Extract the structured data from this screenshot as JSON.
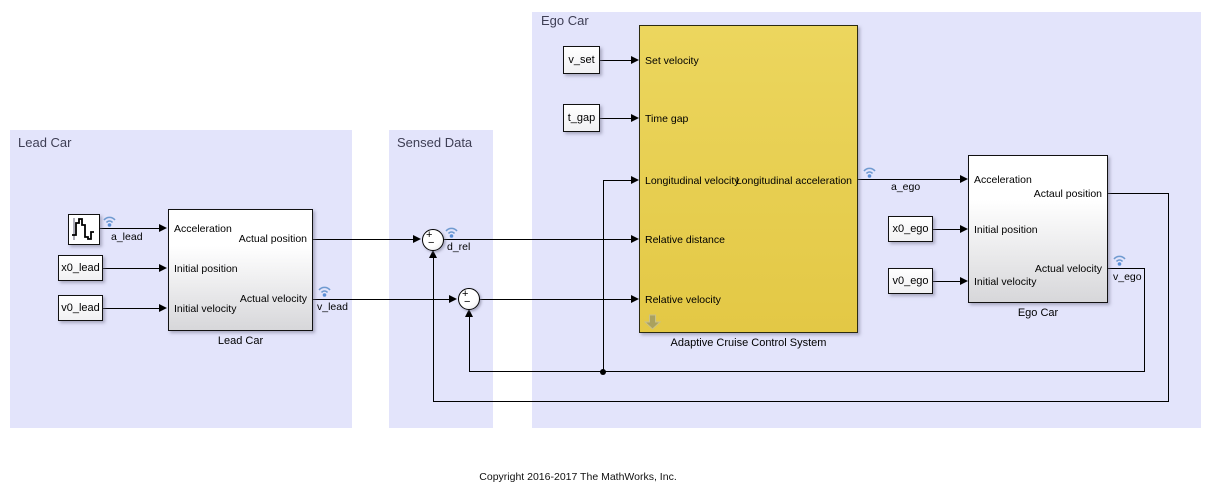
{
  "colors": {
    "area_fill": "#e3e4fb",
    "acc_yellow": "#e8cf52",
    "badge_blue": "#6f9ad0",
    "wire": "#000000",
    "area_label": "#3e3e54"
  },
  "icons": {
    "signal_source": "staircase-wave-icon",
    "log_badge": "wifi-log-icon",
    "variant_badge": "down-arrow-icon"
  },
  "areas": {
    "lead_car": {
      "label": "Lead Car"
    },
    "sensed_data": {
      "label": "Sensed Data"
    },
    "ego_car": {
      "label": "Ego Car"
    }
  },
  "blocks": {
    "x0_lead": {
      "label": "x0_lead"
    },
    "v0_lead": {
      "label": "v0_lead"
    },
    "lead_car": {
      "name": "Lead Car",
      "inputs": [
        "Acceleration",
        "Initial position",
        "Initial velocity"
      ],
      "outputs": [
        "Actual position",
        "Actual velocity"
      ]
    },
    "sum1": {
      "signs": [
        "+",
        "−"
      ]
    },
    "sum2": {
      "signs": [
        "+",
        "−"
      ]
    },
    "v_set": {
      "label": "v_set"
    },
    "t_gap": {
      "label": "t_gap"
    },
    "acc_system": {
      "name": "Adaptive Cruise Control System",
      "inputs": [
        "Set velocity",
        "Time gap",
        "Longitudinal velocity",
        "Relative distance",
        "Relative velocity"
      ],
      "outputs": [
        "Longitudinal acceleration"
      ]
    },
    "x0_ego": {
      "label": "x0_ego"
    },
    "v0_ego": {
      "label": "v0_ego"
    },
    "ego_car": {
      "name": "Ego Car",
      "inputs": [
        "Acceleration",
        "Initial position",
        "Initial velocity"
      ],
      "outputs": [
        "Actaul position",
        "Actual velocity"
      ]
    }
  },
  "signals": {
    "a_lead": "a_lead",
    "v_lead": "v_lead",
    "d_rel": "d_rel",
    "a_ego": "a_ego",
    "v_ego": "v_ego"
  },
  "footer": {
    "copyright": "Copyright 2016-2017 The MathWorks, Inc."
  }
}
